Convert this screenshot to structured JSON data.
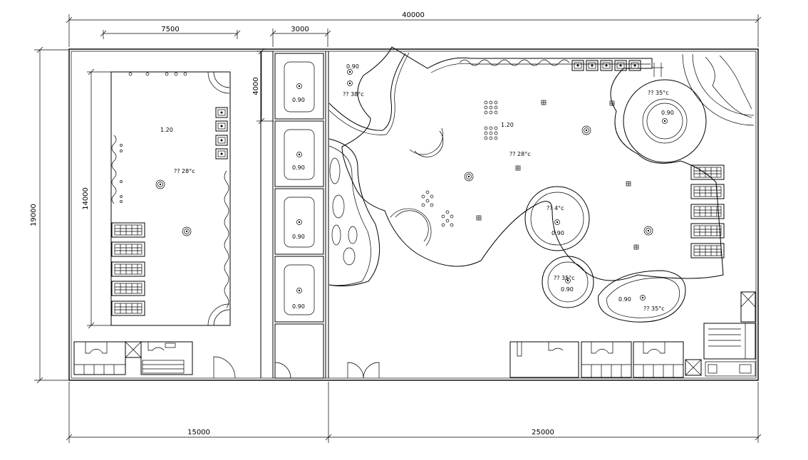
{
  "dimensions": {
    "overall_width": "40000",
    "upper_left": "7500",
    "upper_mid": "3000",
    "left_height": "19000",
    "inner_height": "14000",
    "tub_height": "4000",
    "bottom_left": "15000",
    "bottom_right": "25000"
  },
  "left_pool": {
    "depth": "1.20",
    "temp": "?? 28°c"
  },
  "tubs": {
    "depths": [
      "0.90",
      "0.90",
      "0.90",
      "0.90"
    ]
  },
  "main_pool": {
    "topleft_depth": "0.90",
    "topleft_temp": "?? 38°c",
    "center_depth": "1.20",
    "center_temp": "?? 28°c",
    "round_big_temp": "?? 35°c",
    "round_big_depth": "0.90",
    "round_mid_temp": "?? 4°c",
    "round_mid_depth": "0.90",
    "round_small_temp": "?? 35°c",
    "round_small_depth": "0.90",
    "oval_depth": "0.90",
    "oval_temp": "?? 35°c"
  }
}
